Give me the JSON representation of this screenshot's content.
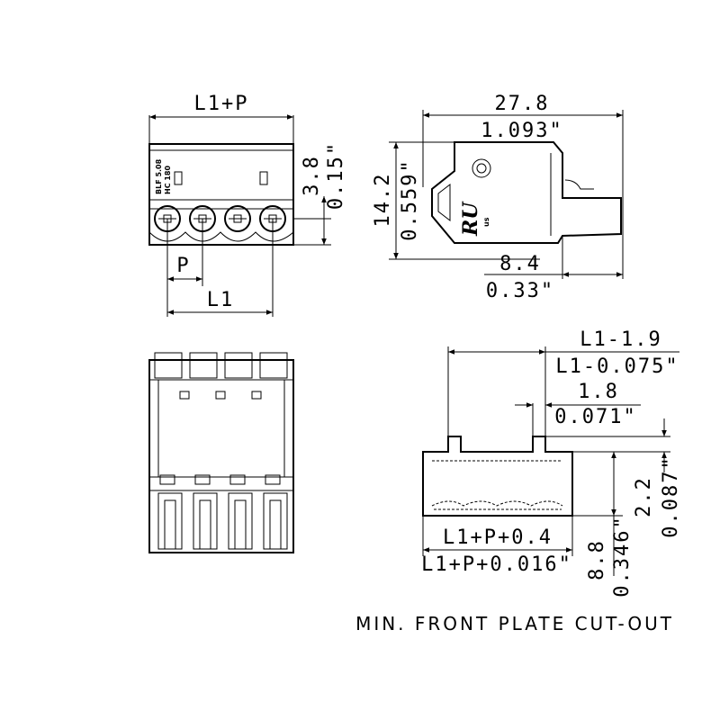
{
  "front_view": {
    "width_label": "L1+P",
    "height_mm": "3.8",
    "height_in": "0.15\"",
    "pitch_label": "P",
    "length_label": "L1",
    "marking_line1": "BLF 5.08",
    "marking_line2": "HC 180"
  },
  "side_view": {
    "length_mm": "27.8",
    "length_in": "1.093\"",
    "height_mm": "14.2",
    "height_in": "0.559\"",
    "depth_mm": "8.4",
    "depth_in": "0.33\"",
    "cert_text": "us"
  },
  "cutout_view": {
    "offset_mm": "L1-1.9",
    "offset_in": "L1-0.075\"",
    "slot_mm": "1.8",
    "slot_in": "0.071\"",
    "notch_mm": "2.2",
    "notch_in": "0.087\"",
    "height_mm": "8.8",
    "height_in": "0.346\"",
    "width_mm": "L1+P+0.4",
    "width_in": "L1+P+0.016\"",
    "caption": "MIN. FRONT PLATE CUT-OUT"
  }
}
